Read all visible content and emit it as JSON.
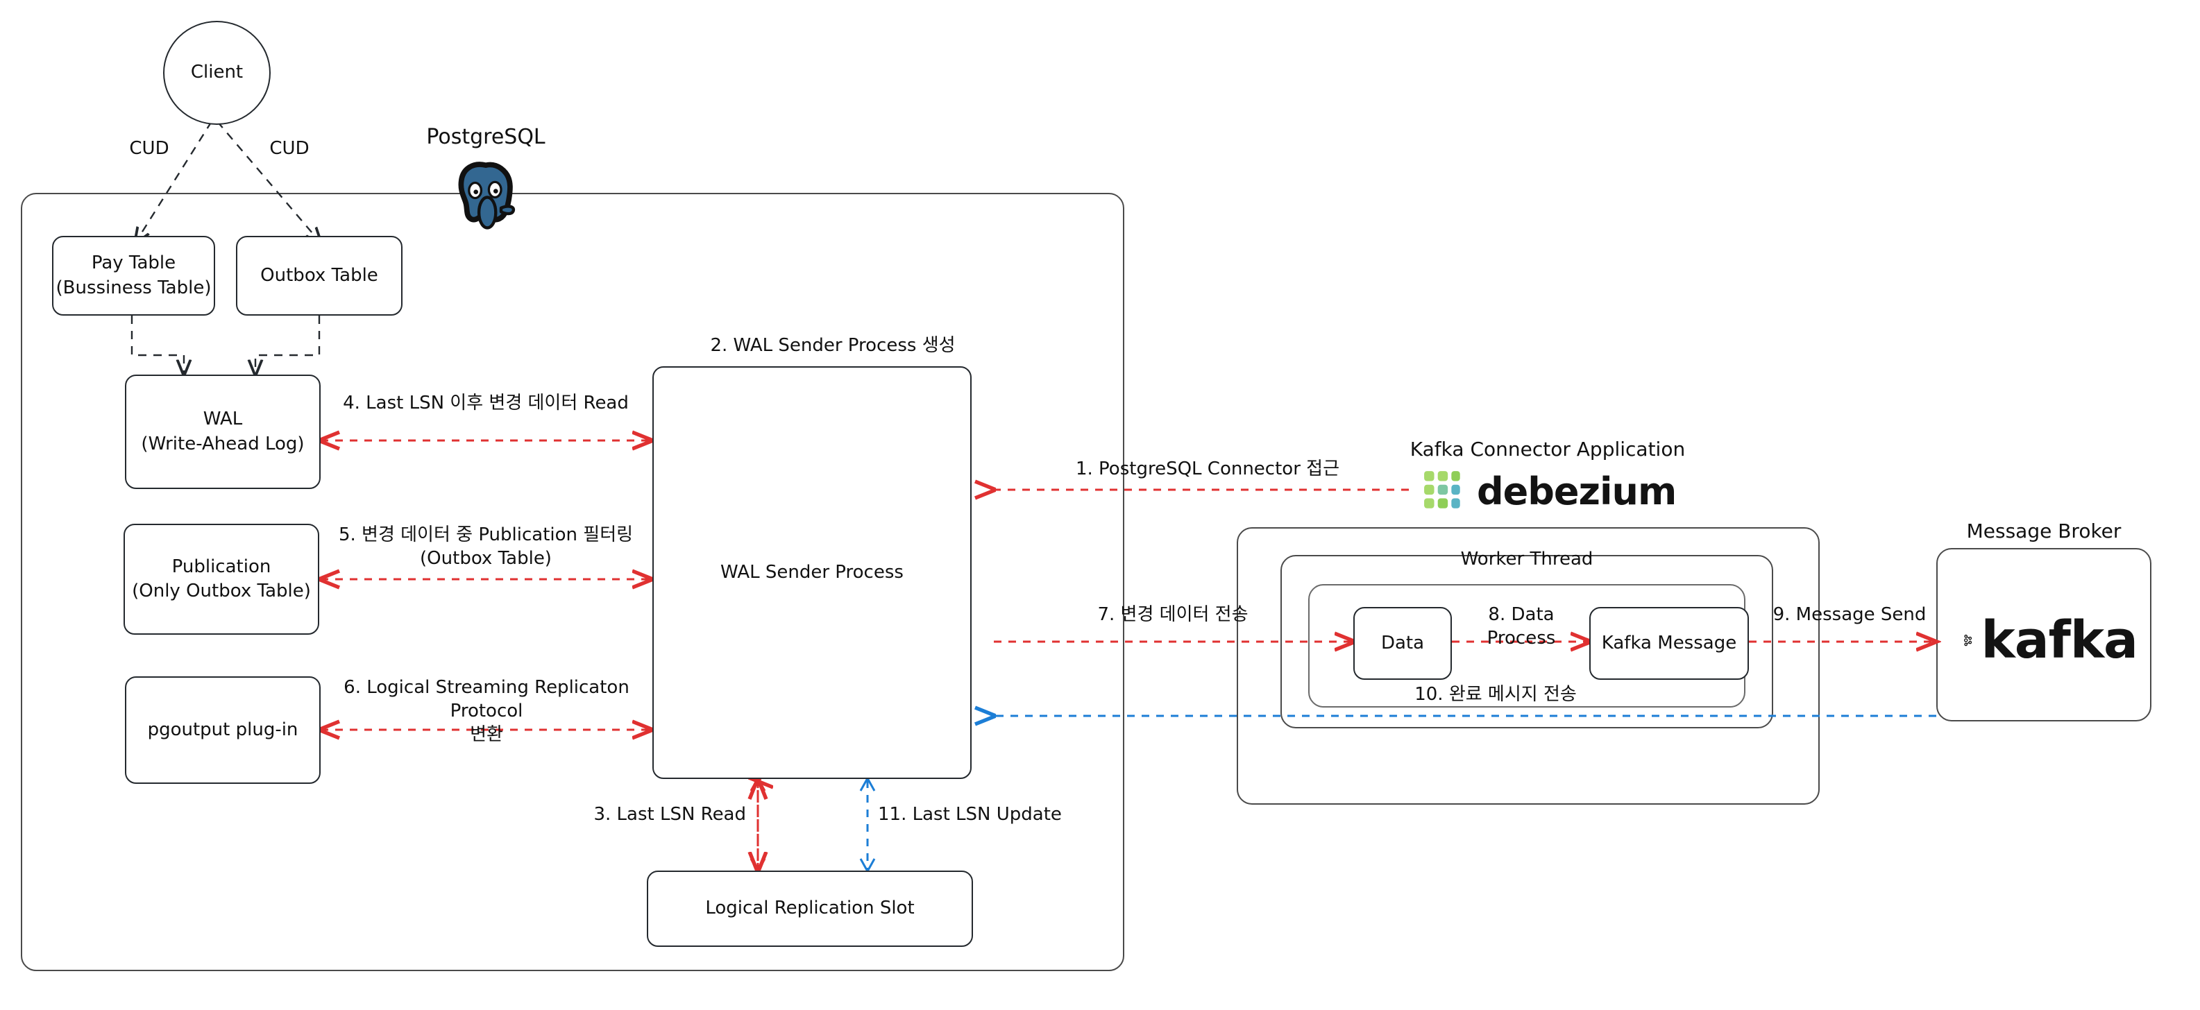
{
  "diagram": {
    "title_postgres": "PostgreSQL",
    "title_kafka_connector": "Kafka Connector Application",
    "title_message_broker": "Message Broker",
    "title_worker_thread": "Worker Thread",
    "wal_sender_caption": "2. WAL Sender Process 생성"
  },
  "colors": {
    "red": "#e03131",
    "blue": "#1c7ed6",
    "stroke": "#24292e",
    "container_stroke": "#4a4a4a",
    "postgres_blue": "#336791",
    "debezium_green": "#8fce57",
    "debezium_lime": "#a6d96a",
    "debezium_teal": "#5ab4c4",
    "kafka_black": "#131313"
  },
  "nodes": {
    "client": "Client",
    "pay_table": "Pay Table\n(Bussiness Table)",
    "outbox_table": "Outbox Table",
    "wal": "WAL\n(Write-Ahead Log)",
    "publication": "Publication\n(Only Outbox Table)",
    "pgoutput": "pgoutput plug-in",
    "wal_sender_process": "WAL Sender Process",
    "logical_replication_slot": "Logical Replication Slot",
    "data": "Data",
    "kafka_message": "Kafka Message"
  },
  "logos": {
    "debezium": "debezium",
    "kafka": "kafka"
  },
  "edge_labels": {
    "cud_left": "CUD",
    "cud_right": "CUD",
    "step1": "1. PostgreSQL Connector 접근",
    "step3": "3. Last LSN Read",
    "step4": "4. Last LSN 이후 변경 데이터 Read",
    "step5": "5. 변경 데이터 중 Publication 필터링\n(Outbox Table)",
    "step6": "6. Logical Streaming Replicaton Protocol\n변환",
    "step7": "7. 변경 데이터 전송",
    "step8": "8. Data Process",
    "step9": "9. Message Send",
    "step10": "10. 완료 메시지 전송",
    "step11": "11. Last LSN Update"
  }
}
